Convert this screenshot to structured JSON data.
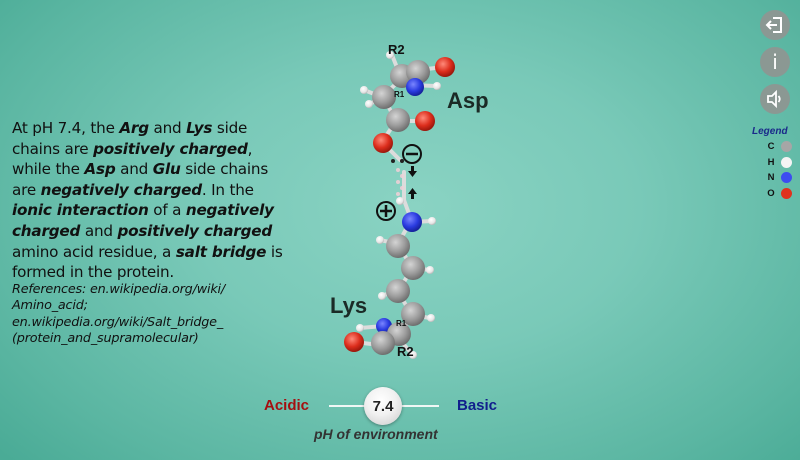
{
  "description": {
    "segments": [
      {
        "text": "At pH 7.4, the ",
        "bold": false
      },
      {
        "text": "Arg",
        "bold": true
      },
      {
        "text": " and ",
        "bold": false
      },
      {
        "text": "Lys",
        "bold": true
      },
      {
        "text": " side chains are ",
        "bold": false
      },
      {
        "text": "positively charged",
        "bold": true
      },
      {
        "text": ", while the ",
        "bold": false
      },
      {
        "text": "Asp",
        "bold": true
      },
      {
        "text": " and ",
        "bold": false
      },
      {
        "text": "Glu",
        "bold": true
      },
      {
        "text": " side chains are ",
        "bold": false
      },
      {
        "text": "negatively charged",
        "bold": true
      },
      {
        "text": ". In the ",
        "bold": false
      },
      {
        "text": "ionic interaction",
        "bold": true
      },
      {
        "text": " of a ",
        "bold": false
      },
      {
        "text": "negatively charged",
        "bold": true
      },
      {
        "text": " and ",
        "bold": false
      },
      {
        "text": "positively charged",
        "bold": true
      },
      {
        "text": " amino acid residue, a ",
        "bold": false
      },
      {
        "text": "salt bridge",
        "bold": true
      },
      {
        "text": " is formed in the protein.",
        "bold": false
      }
    ],
    "references": "References: en.wikipedia.org/wiki/ Amino_acid; en.wikipedia.org/wiki/Salt_bridge_ (protein_and_supramolecular)"
  },
  "molecule": {
    "top_residue": "Asp",
    "bottom_residue": "Lys",
    "atom_labels": {
      "r1": "R1",
      "r2": "R2"
    },
    "negative_charge_symbol": "⊖",
    "positive_charge_symbol": "⊕",
    "arrow_down": "⬇",
    "arrow_up": "⬆"
  },
  "side_buttons": [
    {
      "name": "exit",
      "icon": "exit-icon"
    },
    {
      "name": "info",
      "icon": "info-icon",
      "label": "i"
    },
    {
      "name": "sound",
      "icon": "speaker-icon"
    }
  ],
  "legend": {
    "title": "Legend",
    "items": [
      {
        "label": "C",
        "color": "#a6a6a6"
      },
      {
        "label": "H",
        "color": "#f4f4f4"
      },
      {
        "label": "N",
        "color": "#3d4cf0"
      },
      {
        "label": "O",
        "color": "#e0311d"
      }
    ]
  },
  "ph_control": {
    "left_label": "Acidic",
    "right_label": "Basic",
    "value": "7.4",
    "caption": "pH of environment",
    "acidic_color": "#a50f10",
    "basic_color": "#111e8c"
  }
}
